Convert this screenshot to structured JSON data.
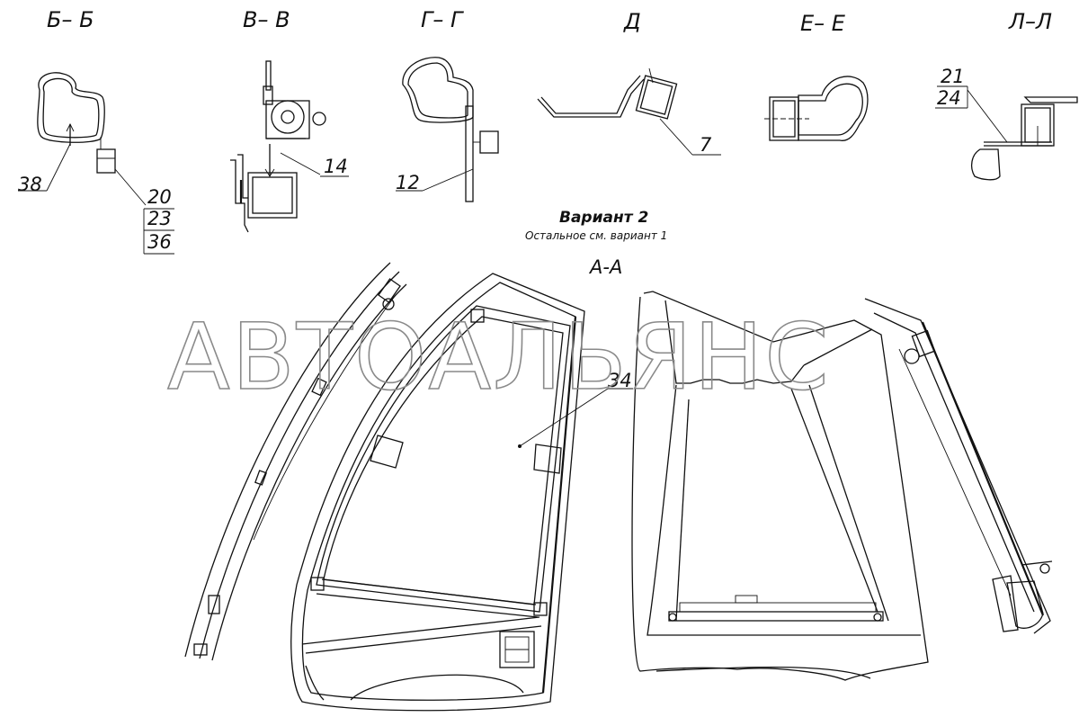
{
  "section_titles": {
    "bb": "Б– Б",
    "vv": "В– В",
    "gg": "Г– Г",
    "d": "Д",
    "ee": "Е– Е",
    "ll": "Л–Л",
    "aa": "А-А"
  },
  "variant": {
    "title": "Вариант 2",
    "subtitle": "Остальное см. вариант 1"
  },
  "callouts": {
    "c38": "38",
    "c20": "20",
    "c23": "23",
    "c36": "36",
    "c14": "14",
    "c12": "12",
    "c7": "7",
    "c21": "21",
    "c24": "24",
    "c34": "34"
  },
  "watermark": "АВТОАЛЬЯНС"
}
